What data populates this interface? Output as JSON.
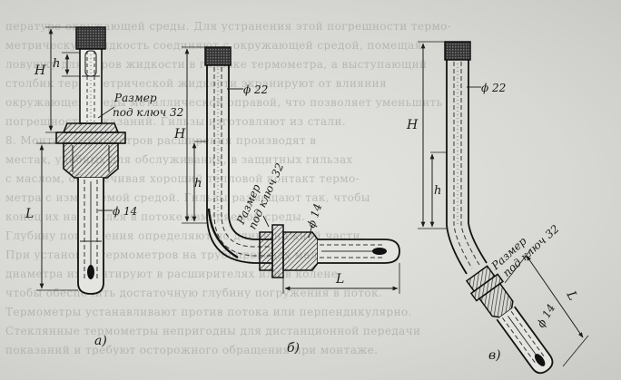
{
  "labels": {
    "dim_H": "H",
    "dim_h": "h",
    "dim_L": "L",
    "wrench_size": "Размер под ключ 32",
    "wrench_line1": "Размер",
    "wrench_line2": "под ключ 32",
    "diam_22": "ϕ 22",
    "diam_14": "ϕ 14"
  },
  "panels": [
    {
      "id": "a",
      "caption": "а)"
    },
    {
      "id": "b",
      "caption": "б)"
    },
    {
      "id": "c",
      "caption": "в)"
    }
  ],
  "background_text": [
    "пературе окружающей среды. Для устранения этой погрешности термо-",
    "метрическую жидкость соединяют с окружающей средой, помещая",
    "ловушку для паров жидкости в головке термометра, а выступающий",
    "столбик термометрической жидкости экранируют от влияния",
    "окружающей среды металлической оправой, что позволяет уменьшить",
    "погрешность показаний. Гильзы изготовляют из стали.",
    "8. Монтаж термометров расширения производят в",
    "местах, удобных для обслуживания, в защитных гильзах",
    "с маслом, обеспечивая хороший тепловой контакт термо-",
    "метра с измеряемой средой. Гильзы размещают так, чтобы",
    "конец их находился в потоке измеряемой среды.",
    "Глубину погружения определяют по длине нижней части.",
    "При установке термометров на трубопроводах малого",
    "диаметра их монтируют в расширителях или в колене,",
    "чтобы обеспечить достаточную глубину погружения в поток.",
    "Термометры устанавливают против потока или перпендикулярно.",
    "Стеклянные термометры непригодны для дистанционной передачи",
    "показаний и требуют осторожного обращения при монтаже."
  ]
}
